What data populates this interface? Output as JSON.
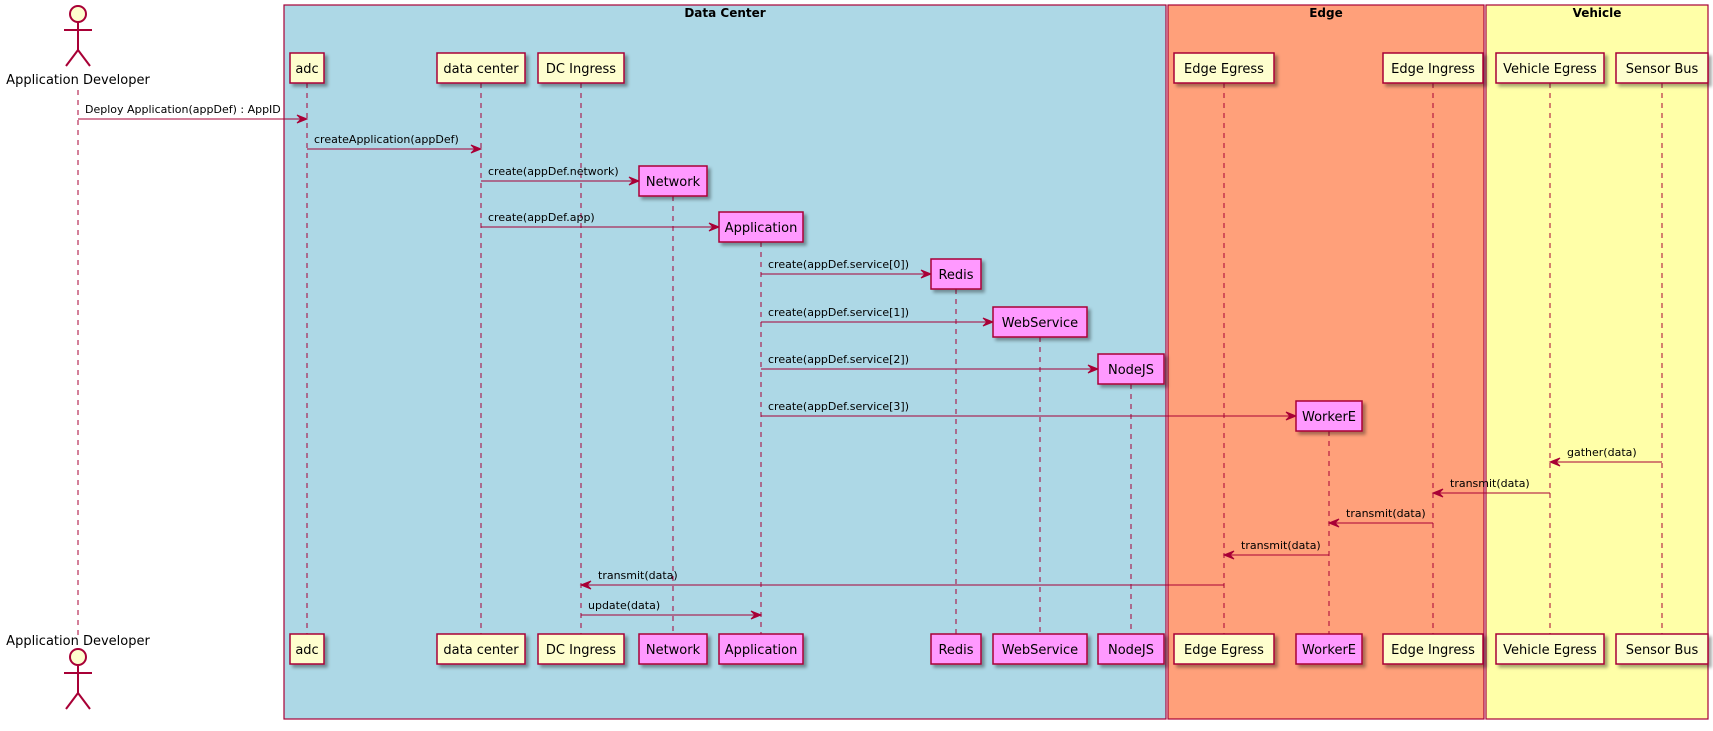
{
  "colors": {
    "border": "#A80036",
    "participant_fill": "#FEFECE",
    "created_fill": "#FF99FF",
    "lifeline": "#A80036",
    "arrow": "#A80036",
    "box_datacenter": "#ADD8E6",
    "box_edge": "#FFA07A",
    "box_vehicle": "#FFFFA8"
  },
  "boxes": [
    {
      "id": "datacenter",
      "title": "Data Center",
      "color": "#ADD8E6"
    },
    {
      "id": "edge",
      "title": "Edge",
      "color": "#FFA07A"
    },
    {
      "id": "vehicle",
      "title": "Vehicle",
      "color": "#FFFFA8"
    }
  ],
  "actor": {
    "id": "dev",
    "label": "Application Developer",
    "icon": "stick-figure-actor-icon"
  },
  "participants": [
    {
      "id": "adc",
      "label": "adc",
      "created": false
    },
    {
      "id": "dc",
      "label": "data center",
      "created": false
    },
    {
      "id": "dci",
      "label": "DC Ingress",
      "created": false
    },
    {
      "id": "net",
      "label": "Network",
      "created": true
    },
    {
      "id": "app",
      "label": "Application",
      "created": true
    },
    {
      "id": "redis",
      "label": "Redis",
      "created": true
    },
    {
      "id": "web",
      "label": "WebService",
      "created": true
    },
    {
      "id": "node",
      "label": "NodeJS",
      "created": true
    },
    {
      "id": "ee",
      "label": "Edge Egress",
      "created": false
    },
    {
      "id": "worker",
      "label": "WorkerE",
      "created": true
    },
    {
      "id": "ei",
      "label": "Edge Ingress",
      "created": false
    },
    {
      "id": "ve",
      "label": "Vehicle Egress",
      "created": false
    },
    {
      "id": "sb",
      "label": "Sensor Bus",
      "created": false
    }
  ],
  "messages": [
    {
      "from": "dev",
      "to": "adc",
      "label": "Deploy Application(appDef) : AppID"
    },
    {
      "from": "adc",
      "to": "dc",
      "label": "createApplication(appDef)"
    },
    {
      "from": "dc",
      "to": "net",
      "label": "create(appDef.network)",
      "creates": true
    },
    {
      "from": "dc",
      "to": "app",
      "label": "create(appDef.app)",
      "creates": true
    },
    {
      "from": "app",
      "to": "redis",
      "label": "create(appDef.service[0])",
      "creates": true
    },
    {
      "from": "app",
      "to": "web",
      "label": "create(appDef.service[1])",
      "creates": true
    },
    {
      "from": "app",
      "to": "node",
      "label": "create(appDef.service[2])",
      "creates": true
    },
    {
      "from": "app",
      "to": "worker",
      "label": "create(appDef.service[3])",
      "creates": true
    },
    {
      "from": "sb",
      "to": "ve",
      "label": "gather(data)"
    },
    {
      "from": "ve",
      "to": "ei",
      "label": "transmit(data)"
    },
    {
      "from": "ei",
      "to": "worker",
      "label": "transmit(data)"
    },
    {
      "from": "worker",
      "to": "ee",
      "label": "transmit(data)"
    },
    {
      "from": "ee",
      "to": "dci",
      "label": "transmit(data)"
    },
    {
      "from": "dci",
      "to": "app",
      "label": "update(data)"
    }
  ]
}
